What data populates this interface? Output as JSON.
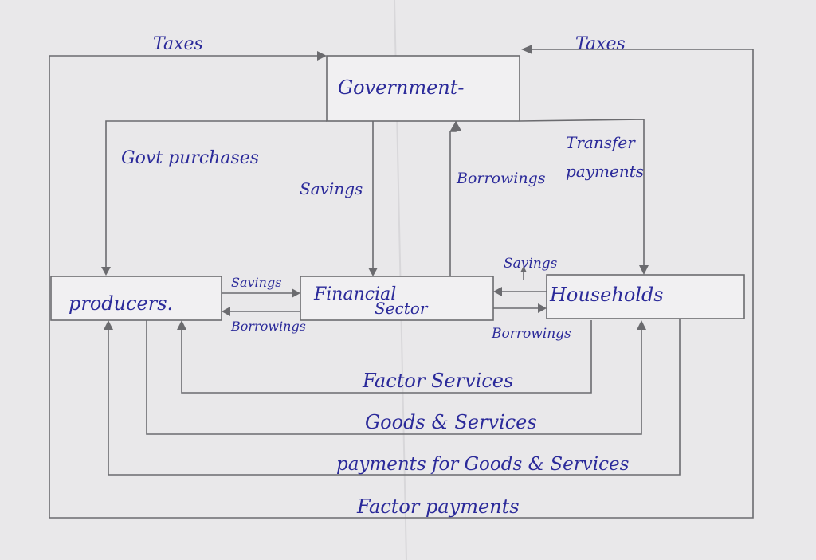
{
  "nodes": {
    "government": "Government-",
    "producers": "producers.",
    "financial_line1": "Financial",
    "financial_line2": "Sector",
    "households": "Households"
  },
  "flows": {
    "taxes_left": "Taxes",
    "taxes_right": "Taxes",
    "govt_purchases": "Govt purchases",
    "savings_to_fin_from_govt": "Savings",
    "borrowings_from_fin_to_govt": "Borrowings",
    "transfer_line1": "Transfer",
    "transfer_line2": "payments",
    "producer_savings": "Savings",
    "producer_borrowings": "Borrowings",
    "household_savings": "Savings",
    "household_borrowings": "Borrowings",
    "factor_services": "Factor Services",
    "goods_services": "Goods & Services",
    "payments_goods": "payments for Goods & Services",
    "factor_payments": "Factor payments"
  },
  "colors": {
    "ink": "#2b2a9a",
    "pencil": "#6b6b6f",
    "paper": "#e9e8ea"
  }
}
